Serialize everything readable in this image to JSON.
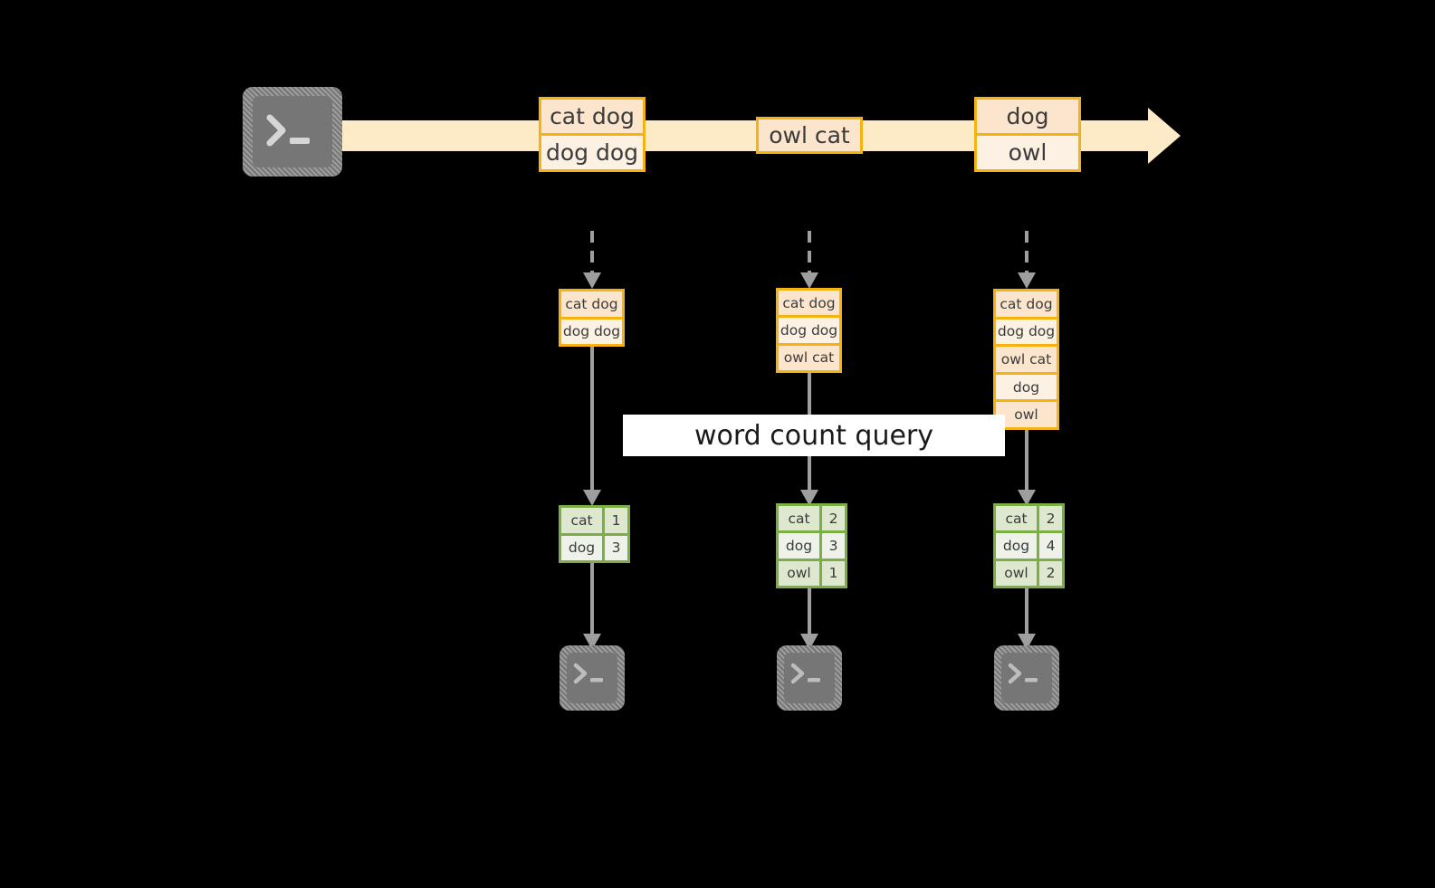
{
  "diagram": {
    "title_label": "word count query",
    "colors": {
      "background": "#000000",
      "stream_band": "#fdebc8",
      "record_border": "#f5b312",
      "record_fill_peach": "#fce5cd",
      "record_fill_light": "#fdf1e3",
      "result_border": "#7bae45",
      "result_fill_a": "#dde8cf",
      "result_fill_b": "#eef2e9",
      "terminal_fill": "#808080",
      "arrow_gray": "#9e9e9e",
      "label_background": "#ffffff"
    },
    "source": {
      "icon": "terminal-icon",
      "glyph": ">_"
    },
    "stream_records": [
      {
        "name": "record-1",
        "lines": [
          "cat dog",
          "dog dog"
        ]
      },
      {
        "name": "record-2",
        "lines": [
          "owl cat"
        ]
      },
      {
        "name": "record-3",
        "lines": [
          "dog",
          "owl"
        ]
      }
    ],
    "snapshots": [
      {
        "name": "snapshot-1",
        "input_lines": [
          "cat dog",
          "dog dog"
        ],
        "results": [
          {
            "word": "cat",
            "count": "1"
          },
          {
            "word": "dog",
            "count": "3"
          }
        ],
        "sink_icon": "terminal-icon",
        "sink_glyph": ">_"
      },
      {
        "name": "snapshot-2",
        "input_lines": [
          "cat dog",
          "dog dog",
          "owl cat"
        ],
        "results": [
          {
            "word": "cat",
            "count": "2"
          },
          {
            "word": "dog",
            "count": "3"
          },
          {
            "word": "owl",
            "count": "1"
          }
        ],
        "sink_icon": "terminal-icon",
        "sink_glyph": ">_"
      },
      {
        "name": "snapshot-3",
        "input_lines": [
          "cat dog",
          "dog dog",
          "owl cat",
          "dog",
          "owl"
        ],
        "results": [
          {
            "word": "cat",
            "count": "2"
          },
          {
            "word": "dog",
            "count": "4"
          },
          {
            "word": "owl",
            "count": "2"
          }
        ],
        "sink_icon": "terminal-icon",
        "sink_glyph": ">_"
      }
    ]
  }
}
